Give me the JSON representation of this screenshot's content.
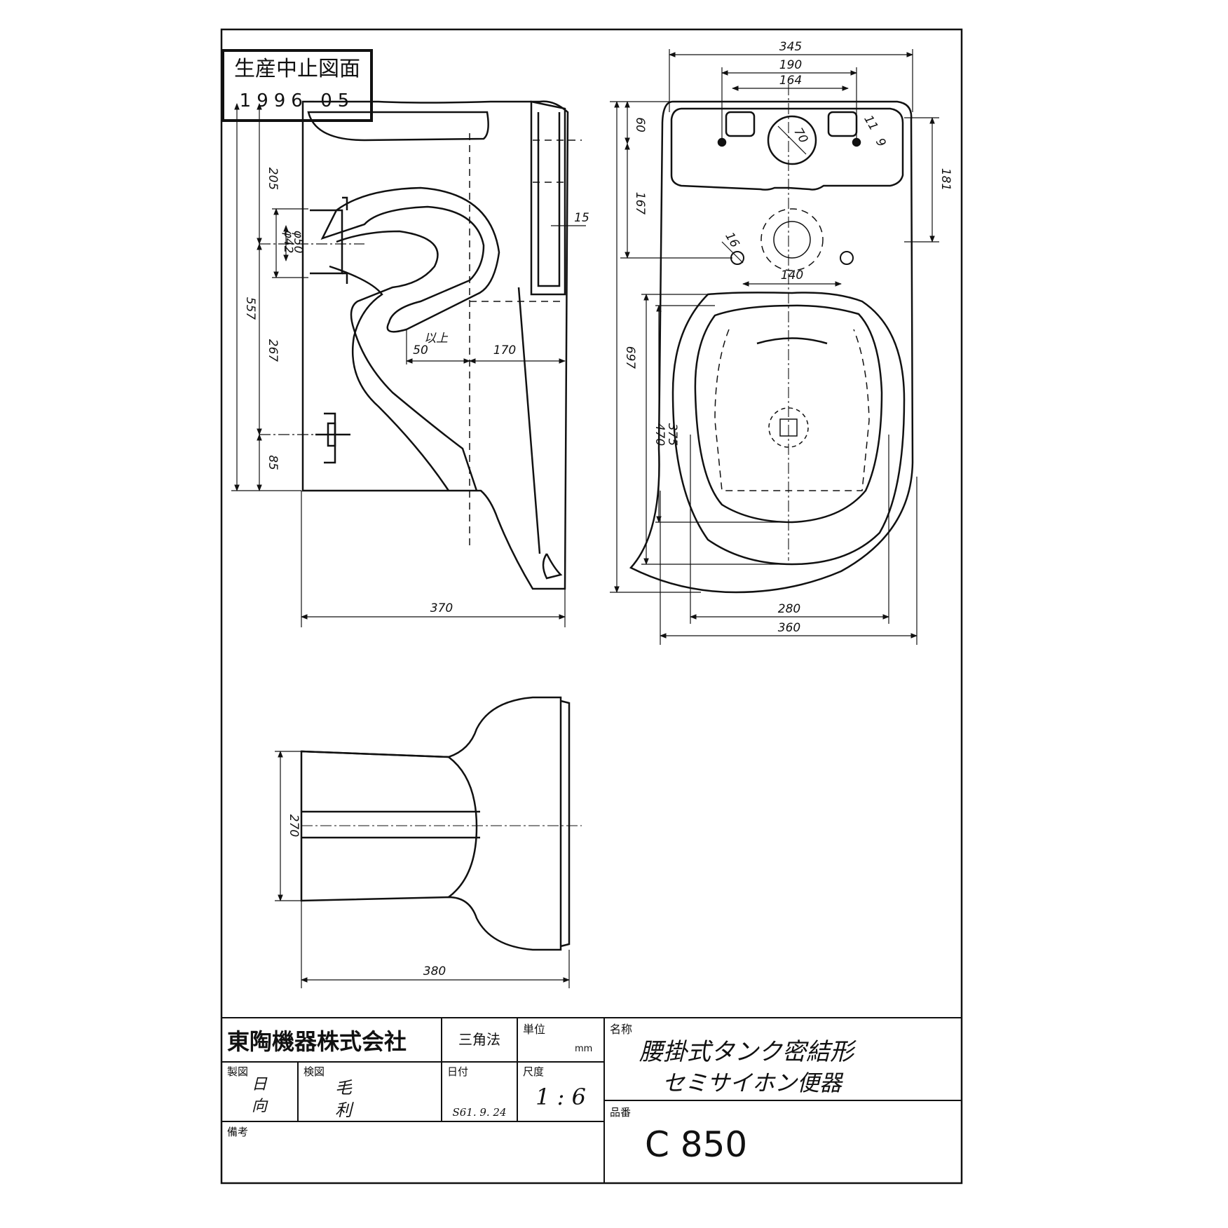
{
  "stamp": {
    "title": "生産中止図面",
    "date": "1996-05"
  },
  "dimensions": {
    "side": {
      "total_height": "557",
      "upper": "205",
      "pipe_a": "φ50",
      "pipe_b": "φ42",
      "lower": "267",
      "base": "85",
      "bowl_offset": "50",
      "bowl_offset_note": "以上",
      "bowl_depth": "170",
      "wall_gap": "15",
      "width": "370"
    },
    "top": {
      "overall_width": "345",
      "hole_spacing": "190",
      "inner_spacing": "164",
      "tank_depth": "60",
      "tank_front": "167",
      "bowl_length": "697",
      "hole_dia": "70",
      "bolt_a": "11",
      "bolt_b": "9",
      "tank_height": "181",
      "bolt_hole": "16",
      "bolt_spacing": "140",
      "seat_length": "470",
      "opening_length": "375",
      "opening_width": "280",
      "bowl_width": "360"
    },
    "front": {
      "height": "270",
      "width": "380"
    }
  },
  "title_block": {
    "company": "東陶機器株式会社",
    "projection": "三角法",
    "unit_label": "単位",
    "unit_value": "mm",
    "name_label": "名称",
    "name_line1": "腰掛式タンク密結形",
    "name_line2": "セミサイホン便器",
    "drawn_label": "製図",
    "drawn_by_1": "日",
    "drawn_by_2": "向",
    "checked_label": "検図",
    "checked_by_1": "毛",
    "checked_by_2": "利",
    "date_label": "日付",
    "date_value": "S61. 9. 24",
    "scale_label": "尺度",
    "scale_value": "1 : 6",
    "remarks_label": "備考",
    "product_label": "品番",
    "product_value": "C 850"
  }
}
